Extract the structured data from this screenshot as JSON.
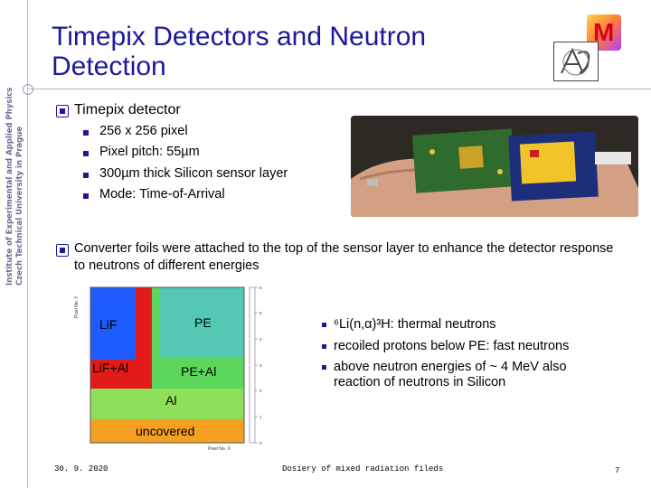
{
  "sidebar": {
    "line1": "Institute of Experimental and Applied Physics",
    "line2": "Czech Technical University in Prague"
  },
  "title": "Timepix Detectors and Neutron Detection",
  "section1": {
    "heading": "Timepix detector",
    "items": [
      "256 x 256 pixel",
      "Pixel pitch: 55µm",
      "300µm thick Silicon sensor layer",
      "Mode: Time-of-Arrival"
    ]
  },
  "section2": {
    "text": "Converter foils were attached to the top of the sensor layer to enhance the detector response to neutrons of different energies"
  },
  "chart_data": {
    "type": "heatmap",
    "xlabel": "Pixel No. X",
    "ylabel": "Pixel No. Y",
    "regions": [
      "LiF",
      "PE",
      "LiF+Al",
      "PE+Al",
      "Al",
      "uncovered"
    ],
    "colorscale_ticks": [
      "0",
      "1",
      "2",
      "3",
      "4",
      "5",
      "6"
    ]
  },
  "right_list": {
    "item1": "⁶Li(n,α)³H: thermal neutrons",
    "item2": "recoiled protons below PE: fast neutrons",
    "item3a": "above neutron energies of ~ 4 MeV also",
    "item3b": "reaction of neutrons in Silicon"
  },
  "footer": {
    "date": "30. 9. 2020",
    "center": "Dosiery of mixed radiation fileds",
    "page": "7"
  },
  "colors": {
    "title": "#1a1a9a",
    "accent_bullet": "#1a1a9a",
    "region_lif": "#1e5cff",
    "region_pe": "#55c8b4",
    "region_lifal": "#e31a1a",
    "region_peal": "#5bd85b",
    "region_al": "#8ee05a",
    "region_uncovered": "#f5a020"
  }
}
